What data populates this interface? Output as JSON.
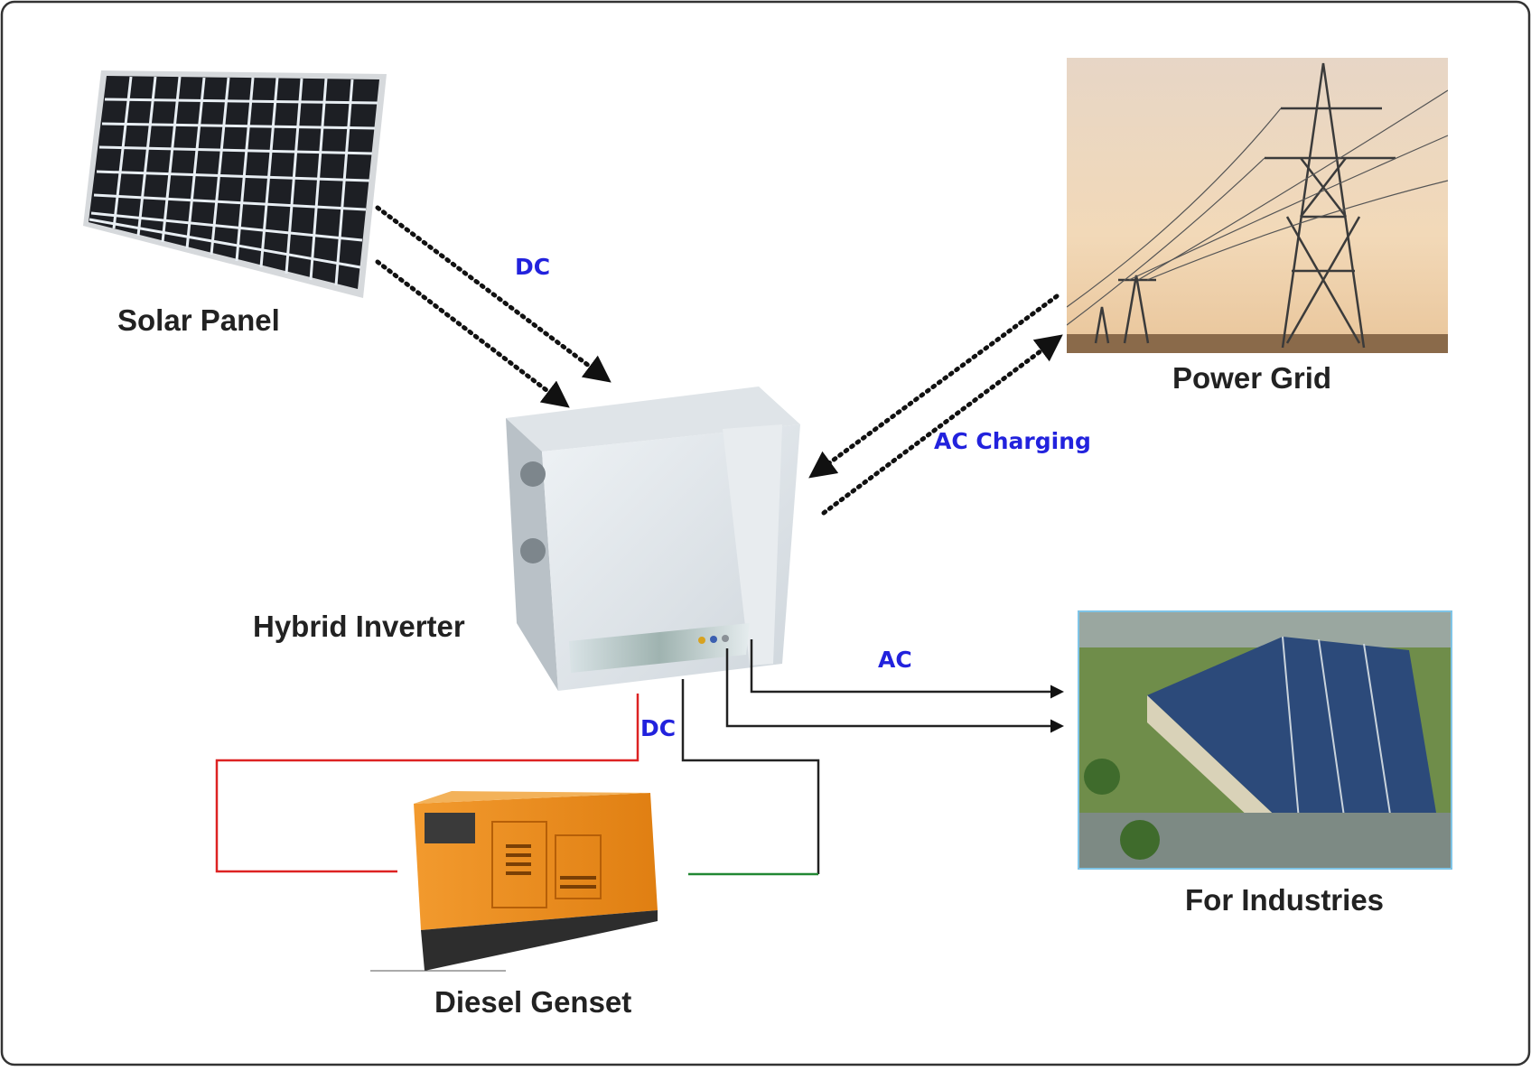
{
  "labels": {
    "solar_panel": "Solar Panel",
    "power_grid": "Power Grid",
    "hybrid_inverter": "Hybrid Inverter",
    "for_industries": "For Industries",
    "diesel_genset": "Diesel Genset"
  },
  "flows": {
    "dc_solar": "DC",
    "ac_charging": "AC Charging",
    "ac_output": "AC",
    "dc_genset": "DC"
  },
  "colors": {
    "flow_label": "#2222dd",
    "genset_line": "#dd2222",
    "ground_line": "#228833",
    "wire": "#222222"
  }
}
